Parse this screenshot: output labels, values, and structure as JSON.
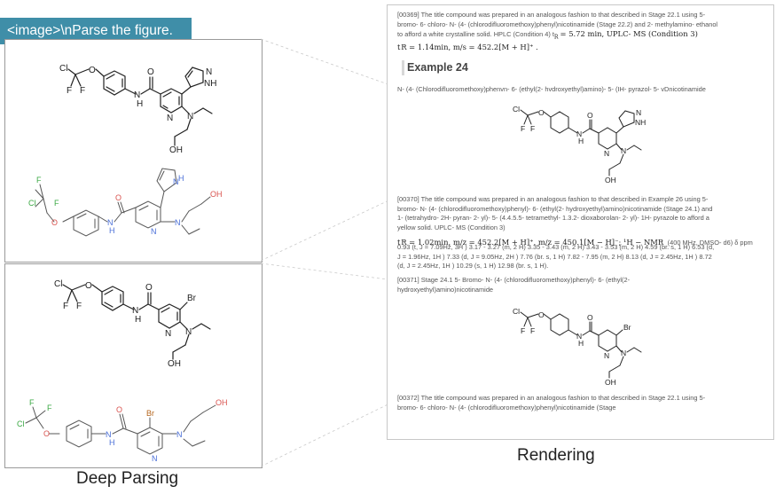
{
  "prompt": "<image>\\nParse the figure.",
  "captions": {
    "left": "Deep Parsing",
    "right": "Rendering"
  },
  "atoms": {
    "cl": "Cl",
    "f": "F",
    "o": "O",
    "n": "N",
    "h": "H",
    "nh": "NH",
    "oh": "OH",
    "br": "Br"
  },
  "document": {
    "para_369": [
      "[00369] The title compound was prepared in an analogous fashion to that described in Stage 22.1 using 5-",
      "bromo- 6- chloro- N- (4- (chlorodifluoromethoxy)phenyl)nicotinamide (Stage 22.2) and 2- methylamino- ethanol",
      "to afford a white crystalline solid. HPLC (Condition 4) t",
      "= 5.72 min, UPLC- MS (Condition 3)"
    ],
    "math_369": "t R = 1.14min, m/s = 452.2[M + H]⁺ .",
    "t_sub": "R",
    "heading": "Example 24",
    "title_24": "N- (4- (Chlorodifluoromethoxy)phenvn- 6- (ethyl(2- hvdroxyethyl)amino)- 5- (IH- pyrazol- 5- vDnicotinamide",
    "para_370": [
      "[00370] The title compound was prepared in an analogous fashion to that described in Example 26 using 5-",
      "bromo- N- (4- (chlorodifluoromethoxy)phenyl)- 6- (ethyl(2- hydroxyethyl)amino)nicotinamide (Stage 24.1) and",
      "1- (tetrahydro- 2H- pyran- 2- yl)- 5- (4.4.5.5- tetramethyl- 1.3.2- dioxaborolan- 2- yl)- 1H- pyrazole to afford a",
      "yellow solid. UPLC- MS (Condition 3)"
    ],
    "math_370a": "t R = 1.02min, m/z = 452.2[M + H]⁺, m/z = 450.1[M − H]⁻; ¹H − NMR",
    "nmr_tail": "(400 MHz, DMSO- d6) δ ppm",
    "para_370b": [
      "0.93 (t, J = 7.09Hz, 3H ) 3.17 - 3.27 (m, 2 H) 3.35 - 3.43 (m, 2 H) 3.43 - 3.53 (m, 2 H) 4.59 (br. s, 1 H) 6.53 (d,",
      "J = 1.96Hz, 1H ) 7.33 (d, J = 9.05Hz, 2H ) 7.76 (br. s, 1 H) 7.82 - 7.95 (m, 2 H) 8.13 (d, J = 2.45Hz, 1H ) 8.72",
      "(d, J = 2.45Hz, 1H ) 10.29 (s, 1 H) 12.98 (br. s, 1 H)."
    ],
    "para_371": [
      "[00371] Stage 24.1 5- Bromo- N- (4- (chlorodifluoromethoxy)phenyl)- 6- (ethyl(2-",
      "hydroxyethyl)amino)nicotinamide"
    ],
    "para_372": [
      "[00372] The title compound was prepared in an analogous fashion to that described in Stage 22.1 using 5-",
      "bromo- 6- chloro- N- (4- (chlorodifluoromethoxy)phenyl)nicotinamide (Stage"
    ]
  },
  "colors": {
    "accent": "#3f8ea8",
    "oxygen": "#d9534f",
    "nitrogen": "#4a6fd8",
    "halogen": "#3aa843"
  }
}
